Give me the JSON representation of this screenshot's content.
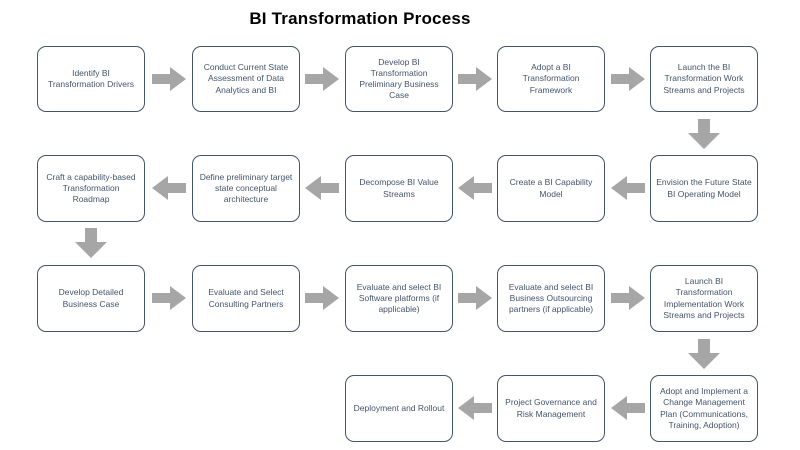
{
  "title": "BI Transformation Process",
  "colors": {
    "box_border": "#44546A",
    "box_text": "#44546A",
    "arrow_fill": "#A6A6A6",
    "title_color": "#000000",
    "background": "#FFFFFF"
  },
  "rows": [
    {
      "direction": "left-to-right",
      "boxes": [
        {
          "label": "Identify BI Transformation Drivers"
        },
        {
          "label": "Conduct Current State Assessment of Data Analytics and BI"
        },
        {
          "label": "Develop BI Transformation Preliminary Business Case"
        },
        {
          "label": "Adopt a BI Transformation Framework"
        },
        {
          "label": "Launch the BI Transformation Work Streams and Projects"
        }
      ]
    },
    {
      "direction": "right-to-left",
      "boxes": [
        {
          "label": "Craft a capability-based Transformation Roadmap"
        },
        {
          "label": "Define preliminary target state conceptual architecture"
        },
        {
          "label": "Decompose BI Value Streams"
        },
        {
          "label": "Create a BI Capability Model"
        },
        {
          "label": "Envision the Future State BI Operating Model"
        }
      ]
    },
    {
      "direction": "left-to-right",
      "boxes": [
        {
          "label": "Develop Detailed Business Case"
        },
        {
          "label": "Evaluate and Select Consulting Partners"
        },
        {
          "label": "Evaluate and select BI Software platforms (if applicable)"
        },
        {
          "label": "Evaluate and select BI Business Outsourcing partners (if applicable)"
        },
        {
          "label": "Launch BI Transformation Implementation Work Streams and Projects"
        }
      ]
    },
    {
      "direction": "right-to-left",
      "boxes": [
        {
          "label": "Deployment and Rollout"
        },
        {
          "label": "Project Governance and Risk Management"
        },
        {
          "label": "Adopt and Implement a Change Management Plan (Communications, Training, Adoption)"
        }
      ]
    }
  ]
}
